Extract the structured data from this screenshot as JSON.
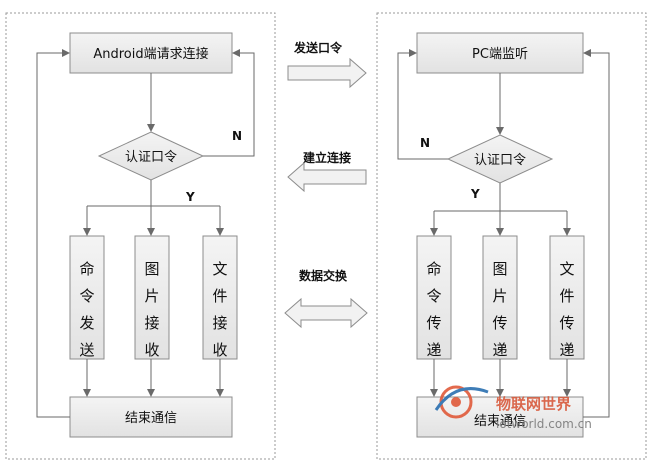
{
  "android": {
    "request_connect": "Android端请求连接",
    "verify_password": "认证口令",
    "branches": [
      "命令发送",
      "图片接收",
      "文件接收"
    ],
    "end_comm": "结束通信",
    "no_label": "N",
    "yes_label": "Y"
  },
  "pc": {
    "listen": "PC端监听",
    "verify_password": "认证口令",
    "branches": [
      "命令传递",
      "图片传递",
      "文件传递"
    ],
    "end_comm": "结束通信",
    "no_label": "N",
    "yes_label": "Y"
  },
  "exchange": {
    "send_password": "发送口令",
    "establish_connection": "建立连接",
    "data_exchange": "数据交换"
  },
  "watermark": {
    "name": "物联网世界",
    "url": "iotworld.com.cn"
  },
  "colors": {
    "box_fill": "#ececec",
    "box_stroke": "#8c8c8c",
    "line": "#6a6a6a",
    "watermark": "#e05a3a"
  }
}
